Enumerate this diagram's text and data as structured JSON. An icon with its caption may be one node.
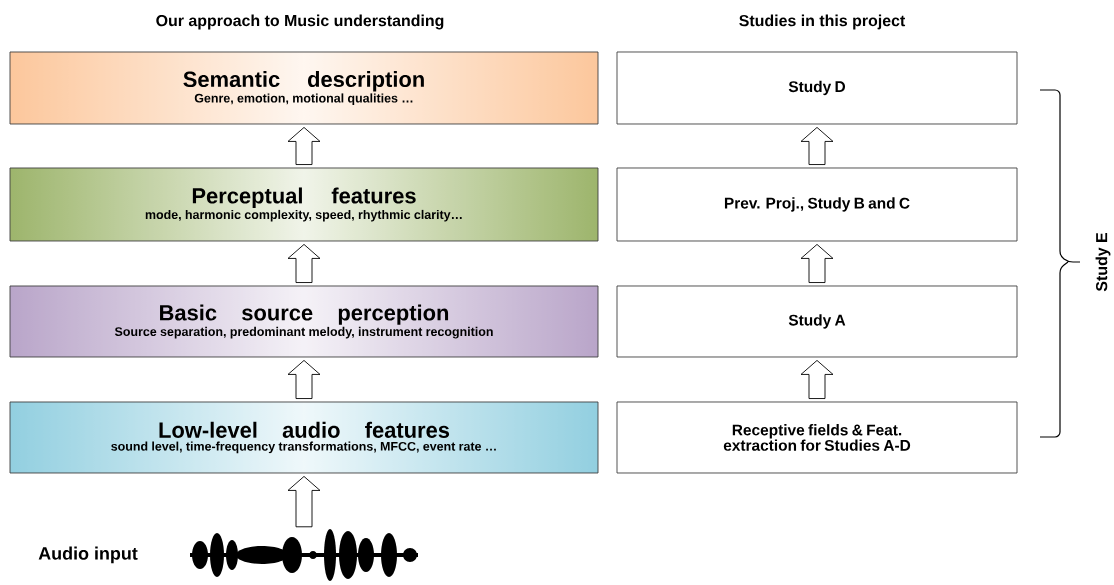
{
  "diagram": {
    "nodes": [
      {
        "text": [
          "Semantic description",
          "Genre, emotion, motional qualities …"
        ]
      },
      {
        "text": [
          "Perceptual features",
          "mode, harmonic complexity, speed, rhythmic clarity…"
        ]
      },
      {
        "text": [
          "Basic source perception",
          "Source separation, predominant melody, instrument recognition"
        ]
      },
      {
        "text": [
          "Low-level audio features",
          "sound level, time-frequency transformations, MFCC, event rate …"
        ]
      },
      {
        "text": [],
        "shape": "picture"
      },
      {
        "text": [
          "Study D"
        ]
      },
      {
        "text": [
          "Prev. Proj., Study B and C"
        ]
      },
      {
        "text": [
          "Study A"
        ]
      },
      {
        "text": [
          "Receptive fields & Feat. extraction for Studies A-D"
        ]
      }
    ],
    "edges": [
      {
        "from": 3,
        "to": 2,
        "arrow": "to"
      },
      {
        "from": 2,
        "to": 1,
        "arrow": "to"
      },
      {
        "from": 1,
        "to": 0,
        "arrow": "to"
      },
      {
        "from": 4,
        "to": 3,
        "arrow": "to"
      },
      {
        "from": 8,
        "to": 7,
        "arrow": "to"
      },
      {
        "from": 7,
        "to": 6,
        "arrow": "to"
      },
      {
        "from": 6,
        "to": 5,
        "arrow": "to"
      }
    ],
    "labels": [
      "Our approach to Music understanding",
      "Studies in this project",
      "Audio input",
      "Study E"
    ]
  }
}
